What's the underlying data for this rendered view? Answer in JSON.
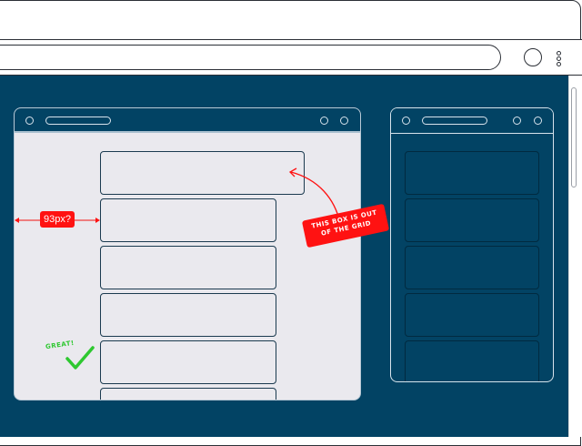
{
  "browser": {
    "url": "",
    "menu_icon": "kebab-menu-icon",
    "profile_icon": "profile-circle-icon"
  },
  "colors": {
    "page_background": "#024364",
    "mock_canvas": "#eae9ee",
    "annotation_red": "#ff1212",
    "annotation_green": "#2ec830"
  },
  "annotations": {
    "spacing_label": "93px?",
    "out_of_grid_note_line1": "This box is out",
    "out_of_grid_note_line2": "of the grid",
    "approval_note": "Great!"
  },
  "desktop_mock": {
    "cards": 6
  },
  "mobile_mock": {
    "cards": 5
  }
}
